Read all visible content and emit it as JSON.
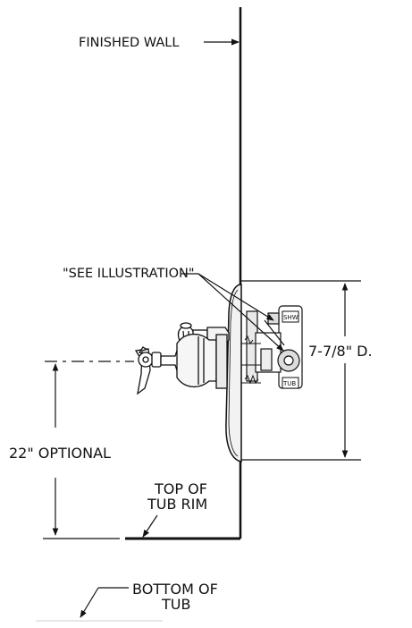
{
  "labels": {
    "finished_wall": "FINISHED WALL",
    "see_illustration": "\"SEE ILLUSTRATION\"",
    "depth": "7-7/8\" D.",
    "optional_height": "22\" OPTIONAL",
    "top_of_tub_line1": "TOP OF",
    "top_of_tub_line2": "TUB RIM",
    "bottom_of_tub_line1": "BOTTOM OF",
    "bottom_of_tub_line2": "TUB",
    "shw_port": "SHW",
    "tub_port": "TUB"
  },
  "colors": {
    "ink": "#111111",
    "background": "#ffffff"
  }
}
